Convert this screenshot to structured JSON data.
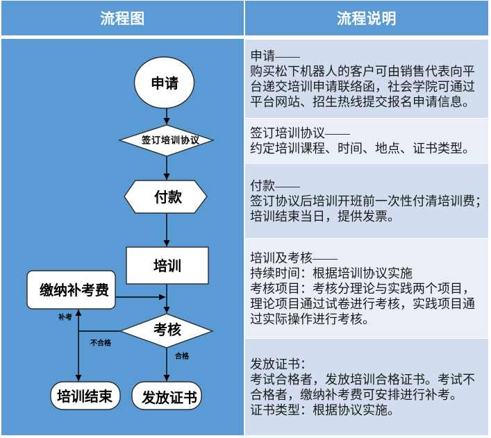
{
  "header": {
    "flowchart_title": "流程图",
    "description_title": "流程说明"
  },
  "flowchart": {
    "nodes": {
      "apply": "申请",
      "sign_agreement": "签订培训协议",
      "payment": "付款",
      "training": "培训",
      "pay_retake_fee": "缴纳补考费",
      "exam": "考核",
      "training_end": "培训结束",
      "issue_certificate": "发放证书"
    },
    "edge_labels": {
      "retake": "补考",
      "fail": "不合格",
      "pass": "合格"
    }
  },
  "description": {
    "rows": [
      {
        "title": "申请——",
        "lines": [
          "购买松下机器人的客户可由销售代表向平",
          "台递交培训申请联络函，社会学院可通过",
          "平台网站、招生热线提交报名申请信息。"
        ]
      },
      {
        "title": "签订培训协议——",
        "lines": [
          "约定培训课程、时间、地点、证书类型。"
        ]
      },
      {
        "title": "付款——",
        "lines": [
          "签订协议后培训开班前一次性付清培训费；",
          "培训结束当日，提供发票。"
        ]
      },
      {
        "title": "培训及考核——",
        "lines": [
          "持续时间：根据培训协议实施",
          "考核项目：考核分理论与实践两个项目，",
          "理论项目通过试卷进行考核，实践项目通",
          "过实际操作进行考核。"
        ]
      },
      {
        "title": "发放证书：",
        "lines": [
          "考试合格者，发放培训合格证书。考试不",
          "合格者，缴纳补考费可安排进行补考。",
          "证书类型：根据协议实施。"
        ]
      }
    ]
  },
  "colors": {
    "header_bg": "#5B9BD5",
    "band_dark": "#D2DEEF",
    "band_light": "#EAEFF7",
    "text": "#1a1a1a"
  }
}
